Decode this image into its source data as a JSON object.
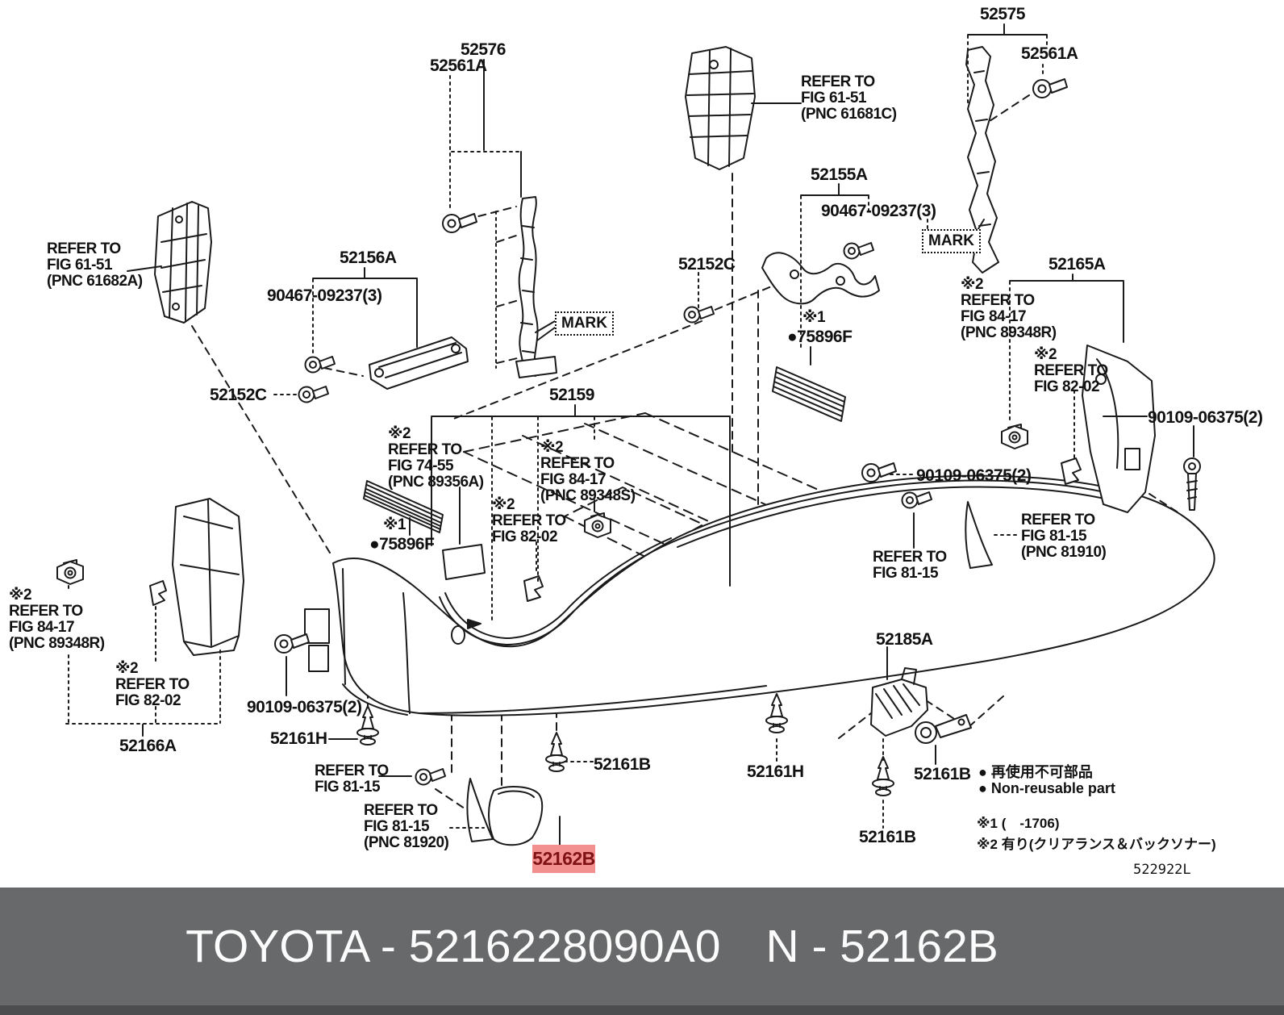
{
  "parts": {
    "p52575": "52575",
    "p52561A_r": "52561A",
    "p52561A_l": "52561A",
    "p52576": "52576",
    "p52155A": "52155A",
    "p90467_r": "90467-09237(3)",
    "p52156A": "52156A",
    "p90467_l": "90467-09237(3)",
    "p52152C_r": "52152C",
    "p52165A": "52165A",
    "p52152C_l": "52152C",
    "p52159": "52159",
    "p75896F_l": "●75896F",
    "p75896F_r": "●75896F",
    "p90109_tr": "90109-06375(2)",
    "p90109_mr": "90109-06375(2)",
    "p90109_bl": "90109-06375(2)",
    "p52166A": "52166A",
    "p52161H_l": "52161H",
    "p52161H_r": "52161H",
    "p52161B_c": "52161B",
    "p52161B_r": "52161B",
    "p52161B_b": "52161B",
    "p52185A": "52185A",
    "mark": "MARK",
    "star1": "※1"
  },
  "refs": {
    "r61_51_left": {
      "l1": "REFER TO",
      "l2": "FIG 61-51",
      "l3": "(PNC 61682A)"
    },
    "r61_51_right": {
      "l1": "REFER TO",
      "l2": "FIG 61-51",
      "l3": "(PNC 61681C)"
    },
    "r84_17_right": {
      "mark": "※2",
      "l1": "REFER TO",
      "l2": "FIG 84-17",
      "l3": "(PNC 89348R)"
    },
    "r82_02_right": {
      "mark": "※2",
      "l1": "REFER TO",
      "l2": "FIG 82-02"
    },
    "r74_55": {
      "mark": "※2",
      "l1": "REFER TO",
      "l2": "FIG 74-55",
      "l3": "(PNC 89356A)"
    },
    "r84_17_center": {
      "mark": "※2",
      "l1": "REFER TO",
      "l2": "FIG 84-17",
      "l3": "(PNC 89348S)"
    },
    "r82_02_center": {
      "mark": "※2",
      "l1": "REFER TO",
      "l2": "FIG 82-02"
    },
    "r84_17_left": {
      "mark": "※2",
      "l1": "REFER TO",
      "l2": "FIG 84-17",
      "l3": "(PNC 89348R)"
    },
    "r82_02_left": {
      "mark": "※2",
      "l1": "REFER TO",
      "l2": "FIG 82-02"
    },
    "r81_15_bl": {
      "l1": "REFER TO",
      "l2": "FIG 81-15"
    },
    "r81_15_bl2": {
      "l1": "REFER TO",
      "l2": "FIG 81-15",
      "l3": "(PNC 81920)"
    },
    "r81_15_rc": {
      "l1": "REFER TO",
      "l2": "FIG 81-15"
    },
    "r81_15_r": {
      "l1": "REFER TO",
      "l2": "FIG 81-15",
      "l3": "(PNC 81910)"
    }
  },
  "highlight": {
    "label": "52162B"
  },
  "legend": {
    "bullet": "●",
    "jp": "再使用不可部品",
    "en": "Non-reusable part",
    "note1": "※1 (　-1706)",
    "note2": "※2 有り(クリアランス＆バックソナー)",
    "sheet_code": "522922L"
  },
  "banner": {
    "left": "TOYOTA - 5216228090A0",
    "right": "N - 52162B"
  }
}
